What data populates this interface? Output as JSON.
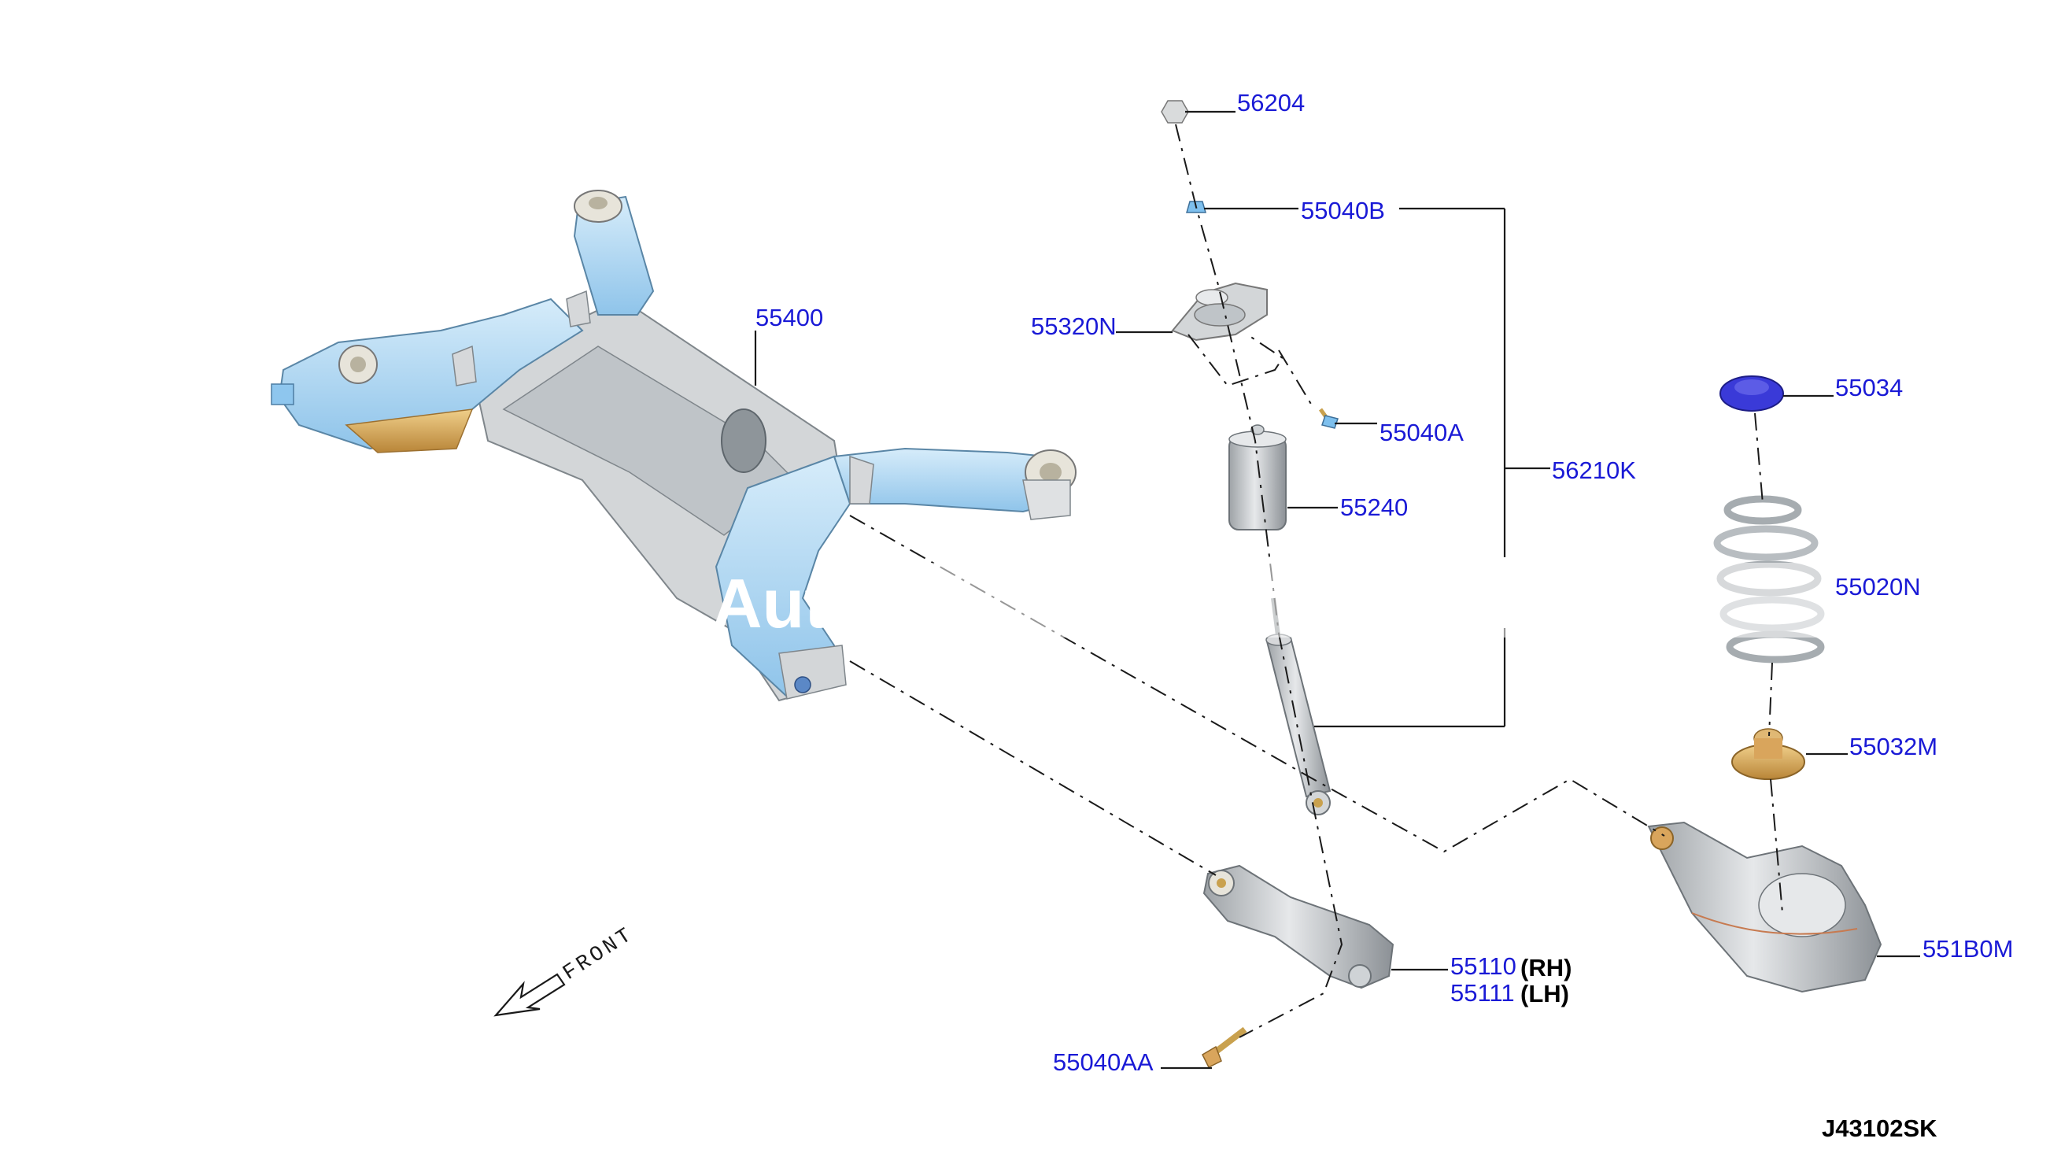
{
  "diagram": {
    "drawing_code": "J43102SK",
    "front_label": "FRONT",
    "watermark": "Aut",
    "parts": {
      "p56204": "56204",
      "p55040B": "55040B",
      "p55400": "55400",
      "p55320N": "55320N",
      "p55040A": "55040A",
      "p56210K": "56210K",
      "p55240": "55240",
      "p55034": "55034",
      "p55020N": "55020N",
      "p55032M": "55032M",
      "p55110": "55110",
      "p55110_side": "(RH)",
      "p55111": "55111",
      "p55111_side": "(LH)",
      "p551B0M": "551B0M",
      "p55040AA": "55040AA"
    },
    "colors": {
      "part_number": "#1a1ad6",
      "frame_highlight": "#b8dcf5",
      "metal": "#cfd3d6",
      "bushing_gold": "#d9a55c",
      "seat_blue": "#3a3ad8"
    }
  }
}
